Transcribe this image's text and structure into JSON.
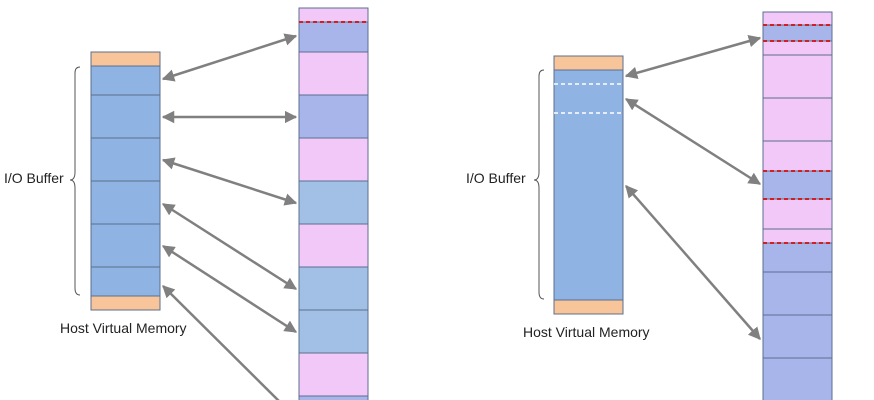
{
  "diagrams": [
    {
      "buffer_label": "I/O Buffer",
      "memory_label": "Host Virtual Memory"
    },
    {
      "buffer_label": "I/O Buffer",
      "memory_label": "Host Virtual Memory"
    }
  ],
  "colors": {
    "buffer_block": "#8fb3e3",
    "buffer_edge": "#f8c49a",
    "physical_pink": "#f2c8f8",
    "physical_blue_a": "#a7b5ea",
    "physical_blue_b": "#a2c0e6",
    "page_boundary": "#d21f1f",
    "arrow": "#808080",
    "outline": "#5b6f8e"
  }
}
